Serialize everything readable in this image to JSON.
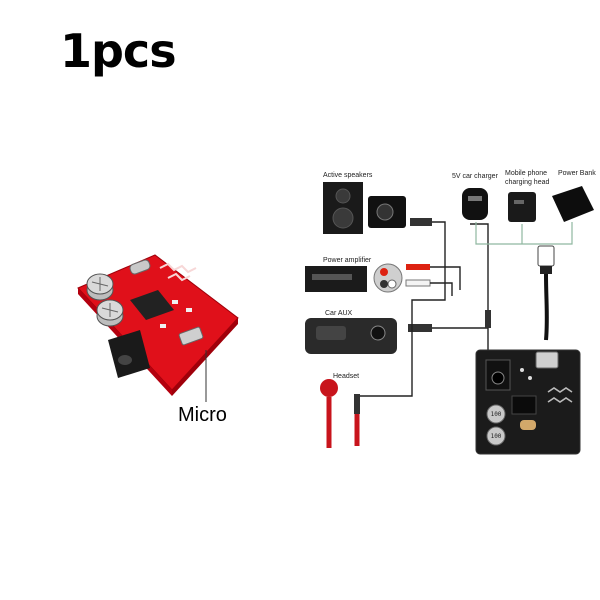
{
  "product": {
    "quantity_label": "1pcs",
    "variant_label": "Micro"
  },
  "diagram": {
    "devices": {
      "active_speakers": "Active speakers",
      "power_amplifier": "Power amplifier",
      "car_aux": "Car AUX",
      "headset": "Headset",
      "car_charger": "5V car charger",
      "phone_charger_line1": "Mobile phone",
      "phone_charger_line2": "charging head",
      "power_bank": "Power Bank"
    }
  },
  "colors": {
    "board_red": "#e0101a",
    "board_black": "#1b1b1b",
    "wire": "#222222",
    "charger_line": "#8fb8a0"
  },
  "icons": [
    "bluetooth-antenna-icon",
    "audio-jack-icon",
    "micro-usb-port-icon"
  ]
}
